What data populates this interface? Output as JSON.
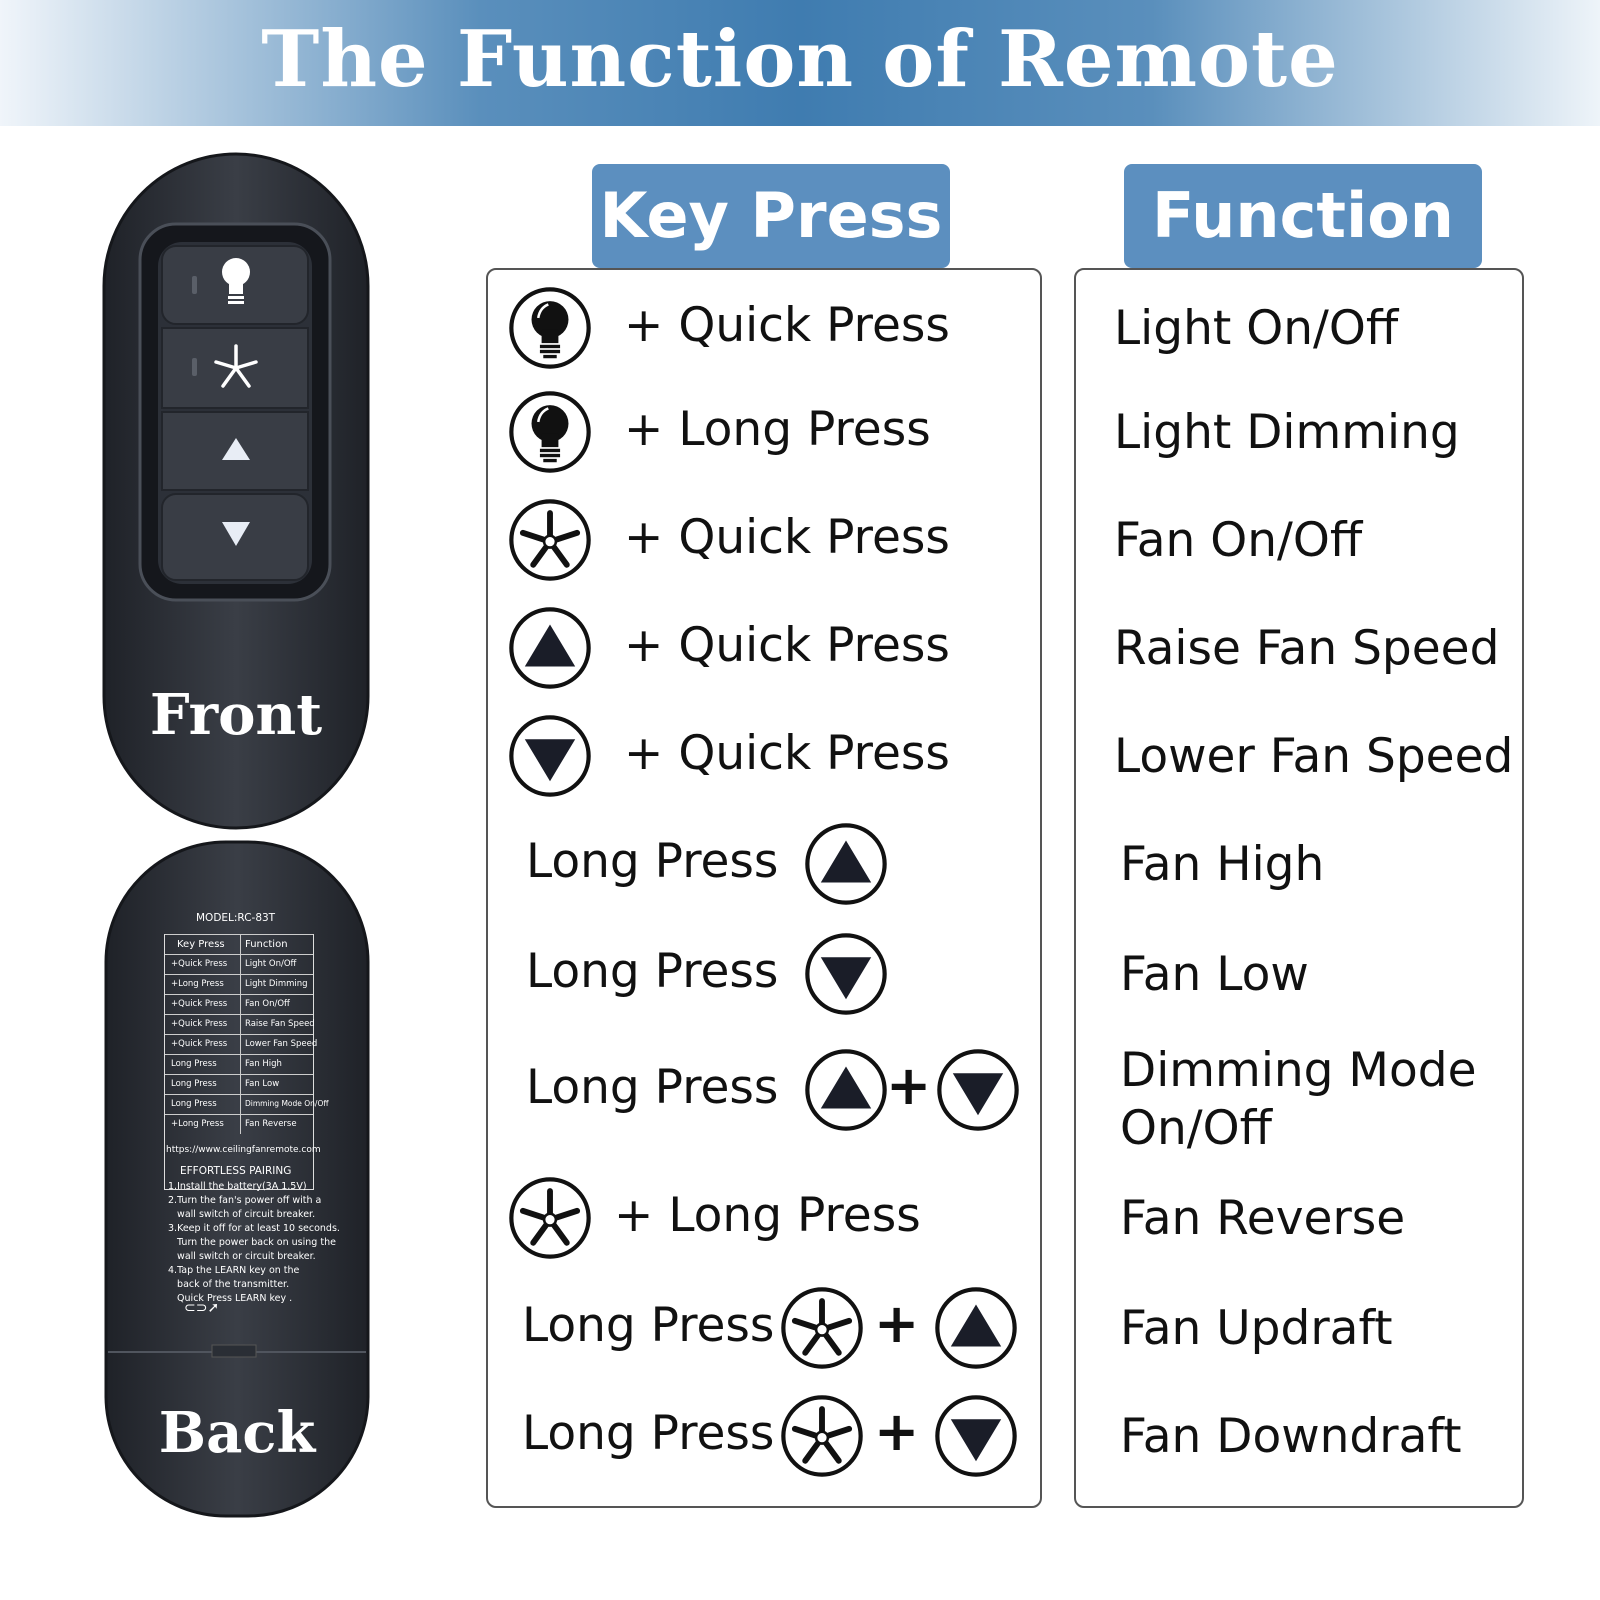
{
  "title": "The Function of Remote",
  "remote_front": {
    "label": "Front"
  },
  "remote_back": {
    "label": "Back",
    "model": "MODEL:RC-83T",
    "table_header": [
      "Key Press",
      "Function"
    ],
    "table_rows": [
      [
        "+Quick Press",
        "Light On/Off"
      ],
      [
        "+Long Press",
        "Light Dimming"
      ],
      [
        "+Quick Press",
        "Fan  On/Off"
      ],
      [
        "+Quick Press",
        "Raise Fan Speed"
      ],
      [
        "+Quick Press",
        "Lower Fan Speed"
      ],
      [
        "Long Press",
        "Fan High"
      ],
      [
        "Long Press",
        "Fan Low"
      ],
      [
        "Long Press",
        "Dimming Mode On/Off"
      ],
      [
        "+Long Press",
        "Fan  Reverse"
      ]
    ],
    "url": "https://www.ceilingfanremote.com",
    "pairing_title": "EFFORTLESS PAIRING",
    "pairing_lines": [
      "1.Install the battery(3A 1.5V)",
      "2.Turn the fan's power off with a",
      "   wall switch of circuit breaker.",
      "3.Keep it off for at least 10 seconds.",
      "   Turn the power back on using the",
      "   wall switch or circuit breaker.",
      "4.Tap the LEARN key on the",
      "   back of the transmitter.",
      "   Quick Press LEARN key ."
    ]
  },
  "headers": {
    "key_press": "Key Press",
    "function": "Function"
  },
  "rows": [
    {
      "keys": [
        "bulb-icon"
      ],
      "press": "+ Quick Press",
      "function": "Light On/Off"
    },
    {
      "keys": [
        "bulb-icon"
      ],
      "press": "+ Long Press",
      "function": "Light Dimming"
    },
    {
      "keys": [
        "fan-icon"
      ],
      "press": "+ Quick Press",
      "function": "Fan On/Off"
    },
    {
      "keys": [
        "up-icon"
      ],
      "press": "+ Quick Press",
      "function": "Raise Fan Speed"
    },
    {
      "keys": [
        "down-icon"
      ],
      "press": "+ Quick Press",
      "function": "Lower Fan Speed"
    },
    {
      "keys": [
        "up-icon"
      ],
      "press": "Long Press",
      "function": "Fan High"
    },
    {
      "keys": [
        "down-icon"
      ],
      "press": "Long Press",
      "function": "Fan Low"
    },
    {
      "keys": [
        "up-icon",
        "down-icon"
      ],
      "press": "Long Press",
      "function": "Dimming Mode On/Off",
      "function_lines": [
        "Dimming Mode",
        "On/Off"
      ]
    },
    {
      "keys": [
        "fan-icon"
      ],
      "press": "+ Long Press",
      "function": "Fan Reverse"
    },
    {
      "keys": [
        "fan-icon",
        "up-icon"
      ],
      "press": "Long Press",
      "function": "Fan Updraft"
    },
    {
      "keys": [
        "fan-icon",
        "down-icon"
      ],
      "press": "Long Press",
      "function": "Fan Downdraft"
    }
  ],
  "plus_sign": "+",
  "colors": {
    "banner": "#3f7cb0",
    "header_tab": "#5c8fbf",
    "remote_body": "#2b2f36",
    "icon_fill": "#1a1d28"
  }
}
